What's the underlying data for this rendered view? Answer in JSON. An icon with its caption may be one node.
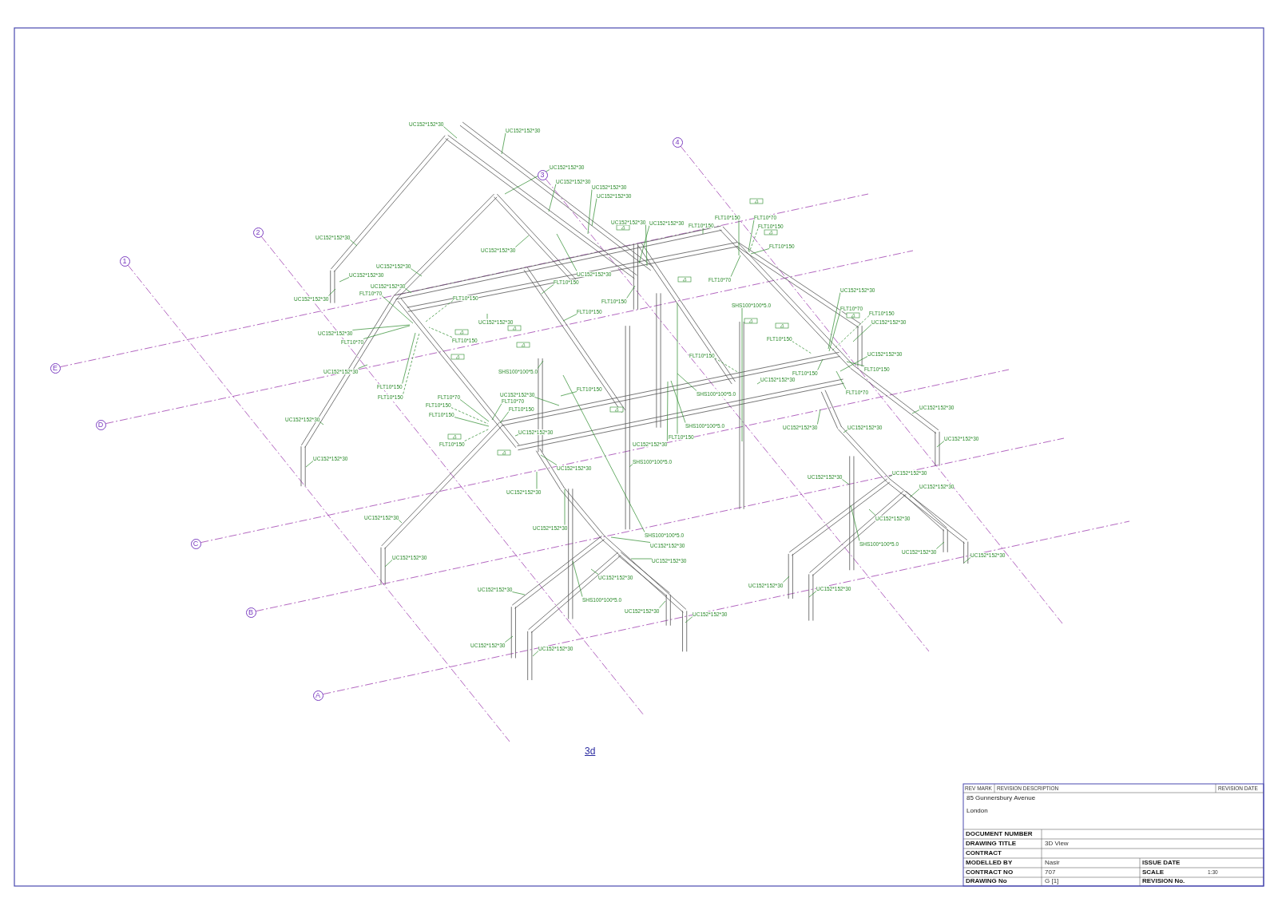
{
  "diagram": {
    "nodes": [
      {
        "text": [
          "1"
        ]
      },
      {
        "text": [
          "2"
        ]
      },
      {
        "text": [
          "3"
        ]
      },
      {
        "text": [
          "4"
        ]
      },
      {
        "text": [
          "E"
        ]
      },
      {
        "text": [
          "D"
        ]
      },
      {
        "text": [
          "C"
        ]
      },
      {
        "text": [
          "B"
        ]
      },
      {
        "text": [
          "A"
        ]
      },
      {
        "text": [
          "UC152*152*30"
        ]
      },
      {
        "text": [
          "UC152*152*30"
        ]
      },
      {
        "text": [
          "UC152*152*30"
        ]
      },
      {
        "text": [
          "UC152*152*30"
        ]
      },
      {
        "text": [
          "UC152*152*30"
        ]
      },
      {
        "text": [
          "UC152*152*30"
        ]
      },
      {
        "text": [
          "UC152*152*30"
        ]
      },
      {
        "text": [
          "UC152*152*30"
        ]
      },
      {
        "text": [
          "FLT10*150"
        ]
      },
      {
        "text": [
          "FLT10*150"
        ]
      },
      {
        "text": [
          "FLT10*70"
        ]
      },
      {
        "text": [
          "FLT10*150"
        ]
      },
      {
        "text": [
          "FLT10*150"
        ]
      },
      {
        "text": [
          "UC152*152*30"
        ]
      },
      {
        "text": [
          "UC152*152*30"
        ]
      },
      {
        "text": [
          "UC152*152*30"
        ]
      },
      {
        "text": [
          "UC152*152*30"
        ]
      },
      {
        "text": [
          "UC152*152*30"
        ]
      },
      {
        "text": [
          "FLT10*70"
        ]
      },
      {
        "text": [
          "FLT10*150"
        ]
      },
      {
        "text": [
          "UC152*152*30"
        ]
      },
      {
        "text": [
          "UC152*152*30"
        ]
      },
      {
        "text": [
          "FLT10*70"
        ]
      },
      {
        "text": [
          "FLT10*150"
        ]
      },
      {
        "text": [
          "UC152*152*30"
        ]
      },
      {
        "text": [
          "FLT10*150"
        ]
      },
      {
        "text": [
          "SHS100*100*5.0"
        ]
      },
      {
        "text": [
          "FLT10*70"
        ]
      },
      {
        "text": [
          "FLT10*150"
        ]
      },
      {
        "text": [
          "FLT10*150"
        ]
      },
      {
        "text": [
          "UC152*152*30"
        ]
      },
      {
        "text": [
          "UC152*152*30"
        ]
      },
      {
        "text": [
          "UC152*152*30"
        ]
      },
      {
        "text": [
          "FLT10*150"
        ]
      },
      {
        "text": [
          "FLT10*150"
        ]
      },
      {
        "text": [
          "FLT10*70"
        ]
      },
      {
        "text": [
          "UC152*152*30"
        ]
      },
      {
        "text": [
          "FLT10*150"
        ]
      },
      {
        "text": [
          "FLT10*150"
        ]
      },
      {
        "text": [
          "SHS100*100*5.0"
        ]
      },
      {
        "text": [
          "UC152*152*30"
        ]
      },
      {
        "text": [
          "FLT10*150"
        ]
      },
      {
        "text": [
          "UC152*152*30"
        ]
      },
      {
        "text": [
          "FLT10*150"
        ]
      },
      {
        "text": [
          "FLT10*150"
        ]
      },
      {
        "text": [
          "FLT10*70"
        ]
      },
      {
        "text": [
          "SHS100*100*5.0"
        ]
      },
      {
        "text": [
          "UC152*152*30"
        ]
      },
      {
        "text": [
          "FLT10*70"
        ]
      },
      {
        "text": [
          "FLT10*150"
        ]
      },
      {
        "text": [
          "FLT10*70"
        ]
      },
      {
        "text": [
          "FLT10*150"
        ]
      },
      {
        "text": [
          "FLT10*150"
        ]
      },
      {
        "text": [
          "UC152*152*30"
        ]
      },
      {
        "text": [
          "FLT10*150"
        ]
      },
      {
        "text": [
          "UC152*152*30"
        ]
      },
      {
        "text": [
          "SHS100*100*5.0"
        ]
      },
      {
        "text": [
          "UC152*152*30"
        ]
      },
      {
        "text": [
          "UC152*152*30"
        ]
      },
      {
        "text": [
          "UC152*152*30"
        ]
      },
      {
        "text": [
          "FLT10*150"
        ]
      },
      {
        "text": [
          "UC152*152*30"
        ]
      },
      {
        "text": [
          "FLT10*150"
        ]
      },
      {
        "text": [
          "UC152*152*30"
        ]
      },
      {
        "text": [
          "UC152*152*30"
        ]
      },
      {
        "text": [
          "SHS100*100*5.0"
        ]
      },
      {
        "text": [
          "UC152*152*30"
        ]
      },
      {
        "text": [
          "UC152*152*30"
        ]
      },
      {
        "text": [
          "UC152*152*30"
        ]
      },
      {
        "text": [
          "UC152*152*30"
        ]
      },
      {
        "text": [
          "UC152*152*30"
        ]
      },
      {
        "text": [
          "UC152*152*30"
        ]
      },
      {
        "text": [
          "UC152*152*30"
        ]
      },
      {
        "text": [
          "UC152*152*30"
        ]
      },
      {
        "text": [
          "SHS100*100*5.0"
        ]
      },
      {
        "text": [
          "SHS100*100*5.0"
        ]
      },
      {
        "text": [
          "UC152*152*30"
        ]
      },
      {
        "text": [
          "UC152*152*30"
        ]
      },
      {
        "text": [
          "UC152*152*30"
        ]
      },
      {
        "text": [
          "UC152*152*30"
        ]
      },
      {
        "text": [
          "UC152*152*30"
        ]
      },
      {
        "text": [
          "UC152*152*30"
        ]
      },
      {
        "text": [
          "UC152*152*30"
        ]
      },
      {
        "text": [
          "UC152*152*30"
        ]
      },
      {
        "text": [
          "UC152*152*30"
        ]
      },
      {
        "text": [
          "SHS100*100*5.0"
        ]
      },
      {
        "text": [
          "UC152*152*30"
        ]
      },
      {
        "text": [
          "UC152*152*30"
        ]
      },
      {
        "text": [
          "UC152*152*30"
        ]
      },
      {
        "text": [
          "UC152*152*30"
        ]
      }
    ],
    "edges": [
      {
        "from": 9,
        "to": null,
        "arrow": "none"
      },
      {
        "from": 10,
        "to": null,
        "arrow": "none"
      },
      {
        "from": 11,
        "to": null,
        "arrow": "none"
      },
      {
        "from": 12,
        "to": null,
        "arrow": "none"
      },
      {
        "from": 13,
        "to": null,
        "arrow": "none"
      },
      {
        "from": 14,
        "to": null,
        "arrow": "none"
      },
      {
        "from": 15,
        "to": null,
        "arrow": "none"
      },
      {
        "from": 16,
        "to": null,
        "arrow": "none"
      },
      {
        "from": 17,
        "to": null,
        "arrow": "none"
      },
      {
        "from": 18,
        "to": null,
        "arrow": "none"
      },
      {
        "from": 19,
        "to": null,
        "arrow": "none"
      },
      {
        "from": 20,
        "to": null,
        "arrow": "none",
        "style": "dashed"
      },
      {
        "from": 21,
        "to": null,
        "arrow": "none"
      },
      {
        "from": 22,
        "to": null,
        "arrow": "none"
      },
      {
        "from": 23,
        "to": null,
        "arrow": "none"
      },
      {
        "from": 24,
        "to": null,
        "arrow": "none"
      },
      {
        "from": 25,
        "to": null,
        "arrow": "none"
      },
      {
        "from": 26,
        "to": null,
        "arrow": "none"
      },
      {
        "from": 27,
        "to": null,
        "arrow": "none"
      },
      {
        "from": 28,
        "to": null,
        "arrow": "none"
      },
      {
        "from": 29,
        "to": null,
        "arrow": "none"
      },
      {
        "from": 30,
        "to": null,
        "arrow": "none"
      },
      {
        "from": 31,
        "to": null,
        "arrow": "none"
      },
      {
        "from": 32,
        "to": null,
        "arrow": "none",
        "style": "dashed"
      },
      {
        "from": 33,
        "to": null,
        "arrow": "none"
      },
      {
        "from": 34,
        "to": null,
        "arrow": "none"
      },
      {
        "from": 35,
        "to": null,
        "arrow": "none"
      },
      {
        "from": 36,
        "to": null,
        "arrow": "none"
      },
      {
        "from": 37,
        "to": null,
        "arrow": "none"
      },
      {
        "from": 38,
        "to": null,
        "arrow": "none",
        "style": "dashed"
      },
      {
        "from": 39,
        "to": null,
        "arrow": "none"
      },
      {
        "from": 40,
        "to": null,
        "arrow": "none"
      },
      {
        "from": 41,
        "to": null,
        "arrow": "none"
      },
      {
        "from": 42,
        "to": null,
        "arrow": "none",
        "style": "dashed"
      },
      {
        "from": 43,
        "to": null,
        "arrow": "none",
        "style": "dashed"
      },
      {
        "from": 44,
        "to": null,
        "arrow": "none"
      },
      {
        "from": 45,
        "to": null,
        "arrow": "none"
      },
      {
        "from": 46,
        "to": null,
        "arrow": "none",
        "style": "dashed"
      },
      {
        "from": 47,
        "to": null,
        "arrow": "none"
      },
      {
        "from": 48,
        "to": null,
        "arrow": "none"
      },
      {
        "from": 49,
        "to": null,
        "arrow": "none"
      },
      {
        "from": 50,
        "to": null,
        "arrow": "none"
      },
      {
        "from": 51,
        "to": null,
        "arrow": "none"
      },
      {
        "from": 52,
        "to": null,
        "arrow": "none"
      },
      {
        "from": 53,
        "to": null,
        "arrow": "none"
      },
      {
        "from": 54,
        "to": null,
        "arrow": "none"
      },
      {
        "from": 55,
        "to": null,
        "arrow": "none"
      },
      {
        "from": 56,
        "to": null,
        "arrow": "none"
      },
      {
        "from": 57,
        "to": null,
        "arrow": "none"
      },
      {
        "from": 58,
        "to": null,
        "arrow": "none",
        "style": "dashed"
      },
      {
        "from": 59,
        "to": null,
        "arrow": "none"
      },
      {
        "from": 60,
        "to": null,
        "arrow": "none",
        "style": "dashed"
      },
      {
        "from": 61,
        "to": null,
        "arrow": "none"
      },
      {
        "from": 62,
        "to": null,
        "arrow": "none"
      },
      {
        "from": 63,
        "to": null,
        "arrow": "none"
      },
      {
        "from": 64,
        "to": null,
        "arrow": "none"
      },
      {
        "from": 65,
        "to": null,
        "arrow": "none"
      },
      {
        "from": 66,
        "to": null,
        "arrow": "none"
      },
      {
        "from": 67,
        "to": null,
        "arrow": "none"
      },
      {
        "from": 68,
        "to": null,
        "arrow": "none"
      },
      {
        "from": 69,
        "to": null,
        "arrow": "none"
      },
      {
        "from": 70,
        "to": null,
        "arrow": "none"
      },
      {
        "from": 71,
        "to": null,
        "arrow": "none",
        "style": "dashed"
      },
      {
        "from": 72,
        "to": null,
        "arrow": "none"
      },
      {
        "from": 73,
        "to": null,
        "arrow": "none"
      },
      {
        "from": 74,
        "to": null,
        "arrow": "none"
      },
      {
        "from": 75,
        "to": null,
        "arrow": "none"
      },
      {
        "from": 76,
        "to": null,
        "arrow": "none"
      },
      {
        "from": 77,
        "to": null,
        "arrow": "none"
      },
      {
        "from": 78,
        "to": null,
        "arrow": "none"
      },
      {
        "from": 79,
        "to": null,
        "arrow": "none"
      },
      {
        "from": 80,
        "to": null,
        "arrow": "none"
      },
      {
        "from": 81,
        "to": null,
        "arrow": "none"
      },
      {
        "from": 82,
        "to": null,
        "arrow": "none"
      },
      {
        "from": 83,
        "to": null,
        "arrow": "none"
      },
      {
        "from": 84,
        "to": null,
        "arrow": "none"
      },
      {
        "from": 85,
        "to": null,
        "arrow": "none"
      },
      {
        "from": 86,
        "to": null,
        "arrow": "none"
      },
      {
        "from": 87,
        "to": null,
        "arrow": "none"
      },
      {
        "from": 88,
        "to": null,
        "arrow": "none"
      },
      {
        "from": 89,
        "to": null,
        "arrow": "none"
      },
      {
        "from": 90,
        "to": null,
        "arrow": "none"
      },
      {
        "from": 91,
        "to": null,
        "arrow": "none"
      },
      {
        "from": 92,
        "to": null,
        "arrow": "none"
      },
      {
        "from": 93,
        "to": null,
        "arrow": "none"
      },
      {
        "from": 94,
        "to": null,
        "arrow": "none"
      },
      {
        "from": 95,
        "to": null,
        "arrow": "none"
      },
      {
        "from": 96,
        "to": null,
        "arrow": "none"
      },
      {
        "from": 97,
        "to": null,
        "arrow": "none"
      },
      {
        "from": 98,
        "to": null,
        "arrow": "none"
      }
    ],
    "labels": [
      "3d",
      "REV MARK",
      "REVISION DESCRIPTION",
      "REVISION DATE",
      "85 Gunnersbury Avenue",
      "London",
      "DOCUMENT NUMBER",
      "DRAWING TITLE",
      "3D View",
      "CONTRACT",
      "MODELLED BY",
      "Nasir",
      "ISSUE DATE",
      "CONTRACT NO",
      "707",
      "SCALE",
      "1:30",
      "DRAWING No",
      "G [1]",
      "REVISION No."
    ]
  }
}
